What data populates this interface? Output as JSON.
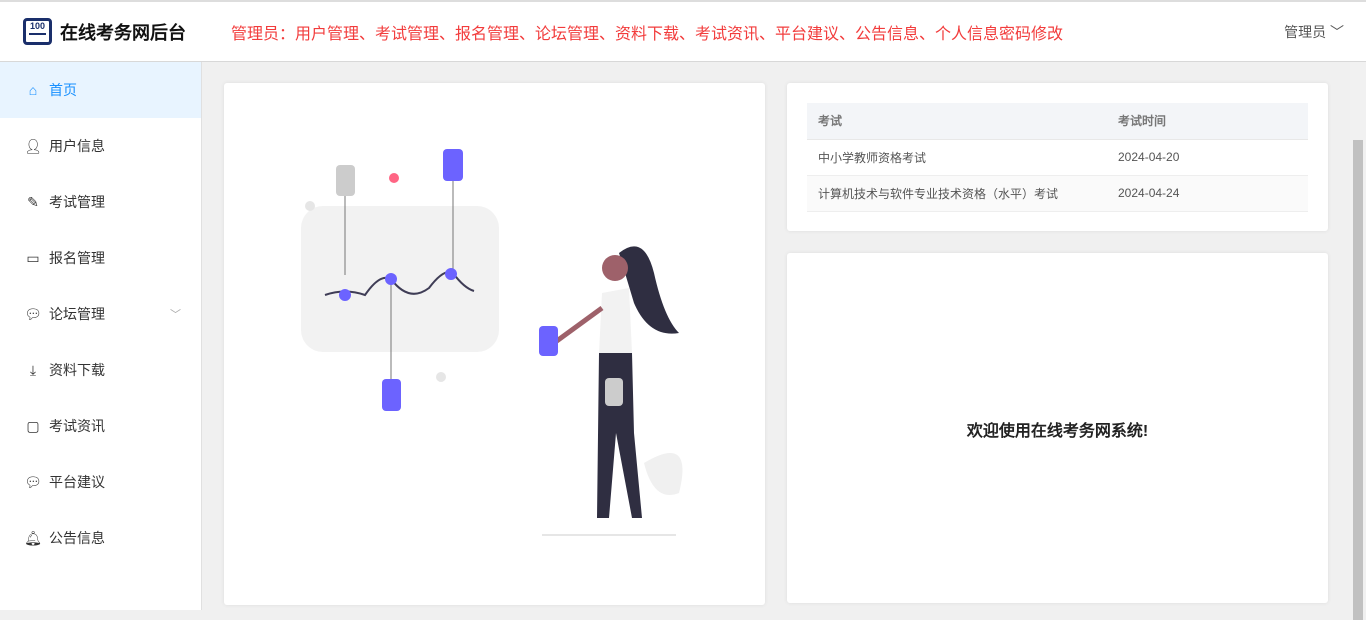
{
  "header": {
    "logo_text": "100",
    "title": "在线考务网后台",
    "nav_text": "管理员：用户管理、考试管理、报名管理、论坛管理、资料下载、考试资讯、平台建议、公告信息、个人信息密码修改",
    "user": "管理员"
  },
  "sidebar": {
    "items": [
      {
        "label": "首页",
        "icon": "home-icon"
      },
      {
        "label": "用户信息",
        "icon": "user-icon"
      },
      {
        "label": "考试管理",
        "icon": "edit-icon"
      },
      {
        "label": "报名管理",
        "icon": "card-icon"
      },
      {
        "label": "论坛管理",
        "icon": "chat-icon"
      },
      {
        "label": "资料下载",
        "icon": "download-icon"
      },
      {
        "label": "考试资讯",
        "icon": "news-icon"
      },
      {
        "label": "平台建议",
        "icon": "chat-icon"
      },
      {
        "label": "公告信息",
        "icon": "bell-icon"
      }
    ]
  },
  "exam_table": {
    "headers": [
      "考试",
      "考试时间"
    ],
    "rows": [
      [
        "中小学教师资格考试",
        "2024-04-20"
      ],
      [
        "计算机技术与软件专业技术资格（水平）考试",
        "2024-04-24"
      ]
    ]
  },
  "welcome": "欢迎使用在线考务网系统!",
  "colors": {
    "accent": "#1890ff",
    "nav_red": "#f23c3c",
    "illustration": "#6c63ff"
  }
}
